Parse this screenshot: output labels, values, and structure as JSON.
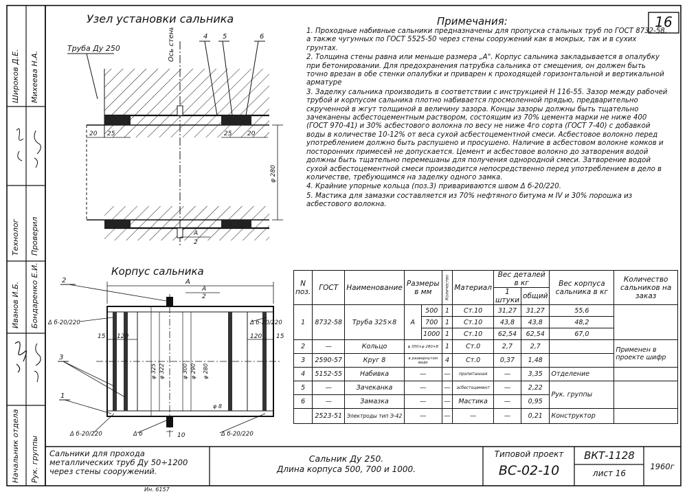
{
  "sheet_no": "16",
  "drawing1": {
    "title": "Узел установки сальника",
    "pipe_label": "Труба Ду 250",
    "axis_label": "Ось стены",
    "callouts": [
      "4",
      "5",
      "6"
    ],
    "dims_left": [
      "20",
      "25"
    ],
    "dims_right": [
      "25",
      "20"
    ],
    "diameter": "φ 280",
    "section_mark": "А",
    "section_mark2": "2"
  },
  "drawing2": {
    "title": "Корпус сальника",
    "dim_A": "А",
    "callout_top": "2",
    "callout_3": "3",
    "callout_1": "1",
    "weld_labels": [
      "Δ б-20/220",
      "Δ б-20/220",
      "Δ б-20/220",
      "Δ б",
      "Δ б-20/220"
    ],
    "dims_left": [
      "15",
      "120"
    ],
    "dims_right": [
      "120",
      "15"
    ],
    "diameters": [
      "φ 325",
      "φ 322",
      "φ 300",
      "φ 290",
      "φ 280",
      "φ 8"
    ],
    "dim_bottom": "10",
    "half_A": "А",
    "two": "2"
  },
  "notes": {
    "title": "Примечания:",
    "items": [
      "1. Проходные набивные сальники предназначены для пропуска стальных труб по ГОСТ 8732-58, а также чугунных по ГОСТ 5525-50 через стены сооружений как в мокрых, так и в сухих грунтах.",
      "2. Толщина стены равна или меньше размера „А\". Корпус сальника закладывается в опалубку при бетонировании. Для предохранения патрубка сальника от смещения, он должен быть точно врезан в обе стенки опалубки и приварен к проходящей горизонтальной и вертикальной арматуре",
      "3. Заделку сальника производить в соответствии с инструкцией Н 116-55. Зазор между рабочей трубой и корпусом сальника плотно набивается просмоленной прядью, предварительно скрученной в жгут толщиной в величину зазора. Концы зазоры должны быть тщательно зачеканены асбестоцементным раствором, состоящим из 70% цемента марки не ниже 400 (ГОСТ 970-41) и 30% асбестового волокна по весу не ниже 4го сорта (ГОСТ 7-40) с добавкой воды в количестве 10-12% от веса сухой асбестоцементной смеси. Асбестовое волокно перед употреблением должно быть распушено и просушено. Наличие в асбестовом волокне комков и посторонних примесей не допускается. Цемент и асбестовое волокно до затворения водой должны быть тщательно перемешаны для получения однородной смеси. Затворение водой сухой асбестоцементной смеси производится непосредственно перед употреблением в дело в количестве, требующимся на заделку одного замка.",
      "4. Крайние упорные кольца (поз.3) привариваются швом Δ б-20/220.",
      "5. Мастика для замазки составляется из 70% нефтяного битума м IV и 30% порошка из асбестового волокна."
    ]
  },
  "spec_table": {
    "headers": {
      "pos": "N поз.",
      "gost": "ГОСТ",
      "name": "Наименование",
      "sizes": "Размеры в мм",
      "qty": "Количество",
      "material": "Материал",
      "weight": "Вес деталей в кг",
      "w_one": "1 штуки",
      "w_total": "общий",
      "body_weight": "Вес корпуса сальника в кг",
      "order_qty": "Количество сальников на заказ"
    },
    "rows": [
      {
        "pos": "1",
        "gost": "8732-58",
        "name": "Труба 325×8",
        "size1": "А",
        "size2": "500",
        "qty": "1",
        "material": "Ст.10",
        "w_one": "31,27",
        "w_total": "31,27",
        "body": "55,6"
      },
      {
        "pos": "",
        "gost": "",
        "name": "",
        "size1": "",
        "size2": "700",
        "qty": "1",
        "material": "Ст.10",
        "w_one": "43,8",
        "w_total": "43,8",
        "body": "48,2"
      },
      {
        "pos": "",
        "gost": "",
        "name": "",
        "size1": "",
        "size2": "1000",
        "qty": "1",
        "material": "Ст.10",
        "w_one": "62,54",
        "w_total": "62,54",
        "body": "67,0"
      },
      {
        "pos": "2",
        "gost": "—",
        "name": "Кольцо",
        "size1": "φ 350×φ 280×8",
        "size2": "",
        "qty": "1",
        "material": "Ст.0",
        "w_one": "2,7",
        "w_total": "2,7",
        "body": ""
      },
      {
        "pos": "3",
        "gost": "2590-57",
        "name": "Круг 8",
        "size1": "в развернутом виде",
        "size2": "",
        "qty": "4",
        "material": "Ст.0",
        "w_one": "0,37",
        "w_total": "1,48",
        "body": ""
      },
      {
        "pos": "4",
        "gost": "5152-55",
        "name": "Набивка",
        "size1": "—",
        "size2": "",
        "qty": "—",
        "material": "пропитанная",
        "w_one": "—",
        "w_total": "3,35",
        "body": ""
      },
      {
        "pos": "5",
        "gost": "—",
        "name": "Зачеканка",
        "size1": "—",
        "size2": "",
        "qty": "—",
        "material": "асбестоцемент",
        "w_one": "—",
        "w_total": "2,22",
        "body": ""
      },
      {
        "pos": "6",
        "gost": "—",
        "name": "Замазка",
        "size1": "—",
        "size2": "",
        "qty": "—",
        "material": "Мастика",
        "w_one": "—",
        "w_total": "0,95",
        "body": ""
      },
      {
        "pos": "",
        "gost": "2523-51",
        "name": "Электроды тип Э-42",
        "size1": "—",
        "size2": "",
        "qty": "—",
        "material": "—",
        "w_one": "—",
        "w_total": "0,21",
        "body": ""
      }
    ],
    "applied_note": "Применен в проекте шифр",
    "roles": [
      "Отделение",
      "Рук. группы",
      "Конструктор"
    ]
  },
  "side_stamp": {
    "cells": [
      "Широков Д.Е.",
      "Михеева Н.А.",
      "Технолог",
      "Проверил",
      "Иванов И.Б.",
      "Бондаренко Е.И.",
      "Начальник отдела",
      "Рук. группы"
    ]
  },
  "title_block": {
    "description": "Сальники для прохода металлических труб Ду 50÷1200 через стены сооружений.",
    "name": "Сальник Ду 250.",
    "subtitle": "Длина корпуса 500, 700 и 1000.",
    "project_label": "Типовой проект",
    "project_code": "ВС-02-10",
    "series": "ВКТ-1128",
    "sheet_label": "лист 16",
    "year": "1960г",
    "inv": "Ин. 6157"
  }
}
